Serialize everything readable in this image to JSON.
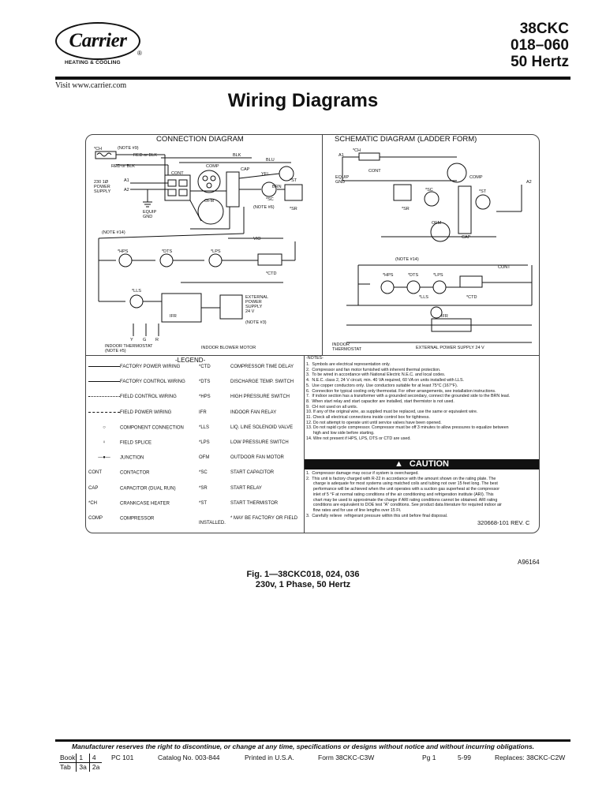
{
  "brand": {
    "name": "Carrier",
    "tagline": "HEATING & COOLING",
    "reg": "®"
  },
  "header": {
    "model_line1": "38CKC",
    "model_line2": "018–060",
    "model_line3": "50 Hertz",
    "visit": "Visit www.carrier.com"
  },
  "title": "Wiring Diagrams",
  "diagram": {
    "connection_title": "CONNECTION DIAGRAM",
    "schematic_title": "SCHEMATIC DIAGRAM   (LADDER FORM)",
    "labels": {
      "ch": "*CH",
      "note9": "(NOTE #9)",
      "red_blk": "RED or BLK",
      "red_blk2": "RED or BLK",
      "blk": "BLK",
      "blu": "BLU",
      "cont": "CONT",
      "comp": "COMP",
      "cap": "CAP",
      "yel": "YEL",
      "st": "*ST",
      "brn": "BRN",
      "sc": "*SC",
      "note6": "(NOTE #6)",
      "sr": "*SR",
      "power": "230 1Ø\nPOWER\nSUPPLY",
      "a1": "A1",
      "a2": "A2",
      "equip": "EQUIP\nGND",
      "ofm": "OFM",
      "note14": "(NOTE #14)",
      "vio": "VIO",
      "hps": "*HPS",
      "dts": "*DTS",
      "lps": "*LPS",
      "ctd": "*CTD",
      "lls": "*LLS",
      "ifr": "IFR",
      "ext_power": "EXTERNAL\nPOWER\nSUPPLY\n24 V",
      "note3": "(NOTE #3)",
      "thermostat": "INDOOR THERMOSTAT\n(NOTE #5)",
      "blower": "INDOOR BLOWER MOTOR",
      "y": "Y",
      "g": "G",
      "r": "R",
      "s_ch": "*CH",
      "s_a1": "A1",
      "s_a2": "A2",
      "s_cont": "CONT",
      "s_comp": "COMP",
      "s_st": "*ST",
      "s_sc": "*SC",
      "s_sr": "*SR",
      "s_ofm": "OFM",
      "s_cap": "CAP",
      "s_equip": "EQUIP\nGND",
      "s_note14": "(NOTE #14)",
      "s_hps": "*HPS",
      "s_dts": "*DTS",
      "s_lps": "*LPS",
      "s_ctd": "*CTD",
      "s_lls": "*LLS",
      "s_ifr": "IFR",
      "s_cont2": "CONT",
      "s_thermostat": "INDOOR\nTHERMOSTAT",
      "s_ext": "EXTERNAL POWER SUPPLY 24 V"
    }
  },
  "legend": {
    "title": "-LEGEND-",
    "left": [
      {
        "label": "FACTORY POWER WIRING"
      },
      {
        "label": "FACTORY CONTROL WIRING"
      },
      {
        "label": "FIELD CONTROL WIRING"
      },
      {
        "label": "FIELD POWER WIRING"
      },
      {
        "label": "COMPONENT CONNECTION"
      },
      {
        "label": "FIELD SPLICE"
      },
      {
        "label": "JUNCTION"
      },
      {
        "code": "CONT",
        "label": "CONTACTOR"
      },
      {
        "code": "CAP",
        "label": "CAPACITOR (DUAL RUN)"
      },
      {
        "code": "*CH",
        "label": "CRANKCASE HEATER"
      },
      {
        "code": "COMP",
        "label": "COMPRESSOR"
      }
    ],
    "right": [
      {
        "code": "*CTD",
        "label": "COMPRESSOR TIME DELAY"
      },
      {
        "code": "*DTS",
        "label": "DISCHARGE TEMP. SWITCH"
      },
      {
        "code": "*HPS",
        "label": "HIGH PRESSURE SWITCH"
      },
      {
        "code": "IFR",
        "label": "INDOOR FAN RELAY"
      },
      {
        "code": "*LLS",
        "label": "LIQ. LINE SOLENOID VALVE"
      },
      {
        "code": "*LPS",
        "label": "LOW PRESSURE SWITCH"
      },
      {
        "code": "OFM",
        "label": "OUTDOOR FAN MOTOR"
      },
      {
        "code": "*SC",
        "label": "START CAPACITOR"
      },
      {
        "code": "*SR",
        "label": "START RELAY"
      },
      {
        "code": "*ST",
        "label": "START THERMISTOR"
      },
      {
        "code": "",
        "label": "* MAY BE FACTORY OR FIELD INSTALLED."
      }
    ]
  },
  "notes": {
    "title": "-NOTES-",
    "items": [
      "1.  Symbols are electrical representation only.",
      "2.  Compressor and fan motor furnished with inherent thermal protection.",
      "3.  To be wired in accordance with National Electric N.E.C. and local codes.",
      "4.  N.E.C. class 2, 24 V circuit, min. 40 VA required, 60 VA on units installed with LLS.",
      "5.  Use copper conductors only. Use conductors suitable for at least 75°C (167°F).",
      "6.  Connection for typical cooling only thermostat. For other arrangements, see installation instructions.",
      "7.  If indoor section has a transformer with a grounded secondary, connect the grounded side to the BRN lead.",
      "8.  When start relay and start capacitor are installed, start thermistor is not used.",
      "9.  CH not used on all units.",
      "10. If any of the original wire, as supplied must be replaced, use the same or equivalent wire.",
      "11. Check all electrical connections inside control box for tightness.",
      "12. Do not attempt to operate unit until service valves have been opened.",
      "13. Do not rapid cycle compressor. Compressor must be off 3 minutes to allow pressures to equalize between",
      "      high and low side before starting.",
      "14. Wire not present if HPS, LPS, DTS or CTD are used."
    ],
    "caution_title": "CAUTION",
    "caution_items": [
      "1.  Compressor damage may occur if system is overcharged.",
      "2.  This unit is factory charged with R-22 in accordance with the amount shown on the rating plate. The",
      "      charge is adequate for most systems using matched coils and tubing not over 15 feet long. The best",
      "      performance will be achieved when the unit operates with a suction gas superheat at the compressor",
      "      inlet of 5 °F at normal rating conditions of the air conditioning and refrigeration institute (ARI). This",
      "      chart may be used to approximate the charge if ARI rating conditions cannot be obtained. ARI rating",
      "      conditions are equivalent to DOE test \"A\" conditions. See product data literature for required indoor air",
      "      flow rates and for use of line lengths over 15 Ft.",
      "3.  Carefully relieve  refrigerant pressure within this unit before final disposal."
    ],
    "revision": "320668-101 REV. C"
  },
  "figure": {
    "code": "A96164",
    "caption1": "Fig. 1—38CKC018, 024, 036",
    "caption2": "230v, 1 Phase, 50 Hertz"
  },
  "footer": {
    "disclaimer": "Manufacturer reserves the right to discontinue, or change at any time, specifications or designs without notice and without incurring obligations.",
    "book": "Book",
    "book_val1": "1",
    "book_val2": "4",
    "tab": "Tab",
    "tab_val1": "3a",
    "tab_val2": "2a",
    "pc": "PC 101",
    "catalog": "Catalog No.  003-844",
    "printed": "Printed in U.S.A.",
    "form": "Form  38CKC-C3W",
    "pg": "Pg 1",
    "date": "5-99",
    "replaces": "Replaces:  38CKC-C2W"
  }
}
